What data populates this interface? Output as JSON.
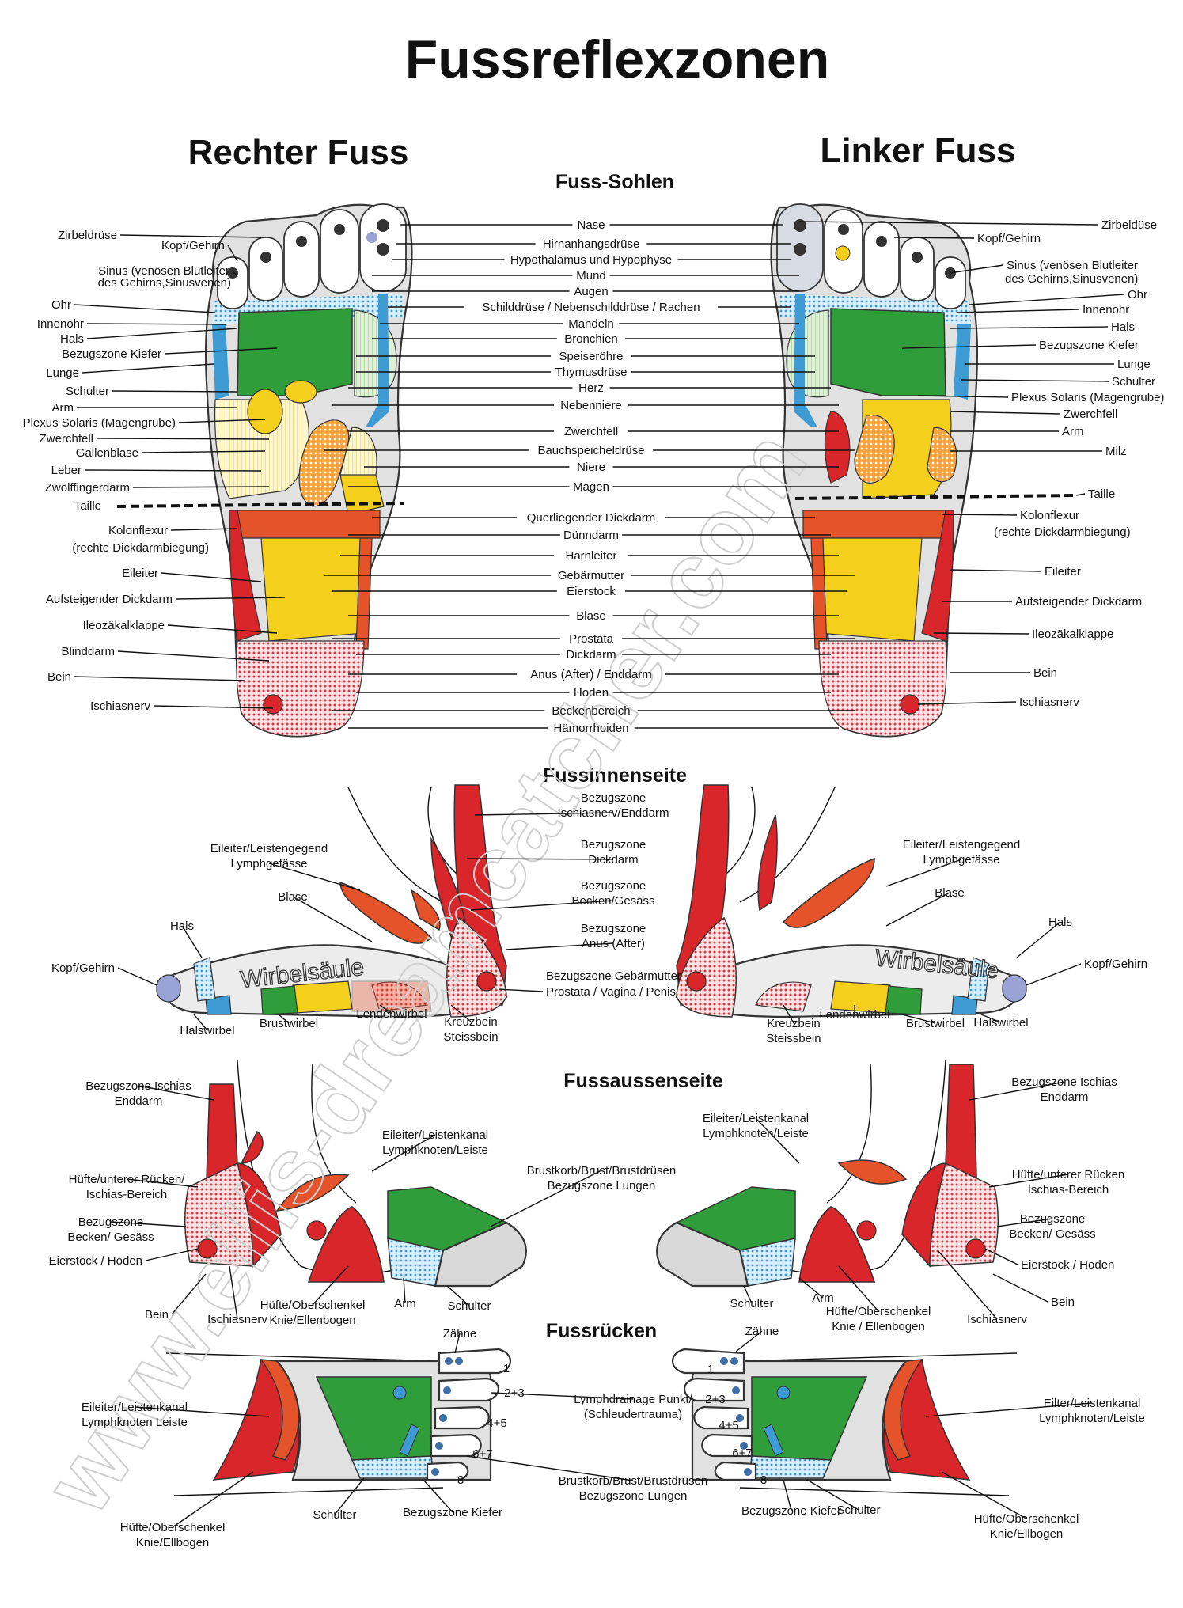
{
  "title": "Fussreflexzonen",
  "headers": {
    "right_foot": "Rechter Fuss",
    "left_foot": "Linker Fuss"
  },
  "sections": {
    "soles": "Fuss-Sohlen",
    "inner": "Fussinnenseite",
    "outer": "Fussaussenseite",
    "back": "Fussrücken"
  },
  "watermark": "www.ellis-dreamcatcher.com",
  "colors": {
    "red": "#d8262b",
    "orange_red": "#e5532a",
    "orange": "#f59a23",
    "yellow": "#f4cf1c",
    "pale_yellow": "#fbf3c0",
    "green": "#2f9e3a",
    "light_green": "#cfe7c5",
    "blue": "#3e9bd4",
    "light_blue": "#bfe0f4",
    "pink": "#f5c6cc",
    "gray": "#e1e1e1",
    "dark_gray": "#8c8c8c"
  },
  "soles": {
    "left_labels": [
      "Zirbeldrüse",
      "Kopf/Gehirn",
      "Sinus (venösen Blutleiter",
      "des Gehirns,Sinusvenen)",
      "Ohr",
      "Innenohr",
      "Hals",
      "Bezugszone Kiefer",
      "Lunge",
      "Schulter",
      "Arm",
      "Plexus Solaris (Magengrube)",
      "Zwerchfell",
      "Gallenblase",
      "Leber",
      "Zwölffingerdarm",
      "Taille",
      "Kolonflexur",
      "(rechte Dickdarmbiegung)",
      "Eileiter",
      "Aufsteigender Dickdarm",
      "Ileozäkalklappe",
      "Blinddarm",
      "Bein",
      "Ischiasnerv"
    ],
    "center_labels": [
      "Nase",
      "Hirnanhangsdrüse",
      "Hypothalamus und Hypophyse",
      "Mund",
      "Augen",
      "Schilddrüse / Nebenschilddrüse / Rachen",
      "Mandeln",
      "Bronchien",
      "Speiseröhre",
      "Thymusdrüse",
      "Herz",
      "Nebenniere",
      "Zwerchfell",
      "Bauchspeicheldrüse",
      "Niere",
      "Magen",
      "Querliegender Dickdarm",
      "Dünndarm",
      "Harnleiter",
      "Gebärmutter",
      "Eierstock",
      "Blase",
      "Prostata",
      "Dickdarm",
      "Anus (After) / Enddarm",
      "Hoden",
      "Beckenbereich",
      "Hämorrhoiden"
    ],
    "right_labels": [
      "Zirbeldüse",
      "Kopf/Gehirn",
      "Sinus (venösen Blutleiter",
      "des Gehirns,Sinusvenen)",
      "Ohr",
      "Innenohr",
      "Hals",
      "Bezugszone Kiefer",
      "Lunge",
      "Schulter",
      "Plexus Solaris (Magengrube)",
      "Zwerchfell",
      "Arm",
      "Milz",
      "Taille",
      "Kolonflexur",
      "(rechte Dickdarmbiegung)",
      "Eileiter",
      "Aufsteigender Dickdarm",
      "Ileozäkalklappe",
      "Bein",
      "Ischiasnerv"
    ]
  },
  "inner": {
    "center": [
      "Bezugszone",
      "Ischiasnerv/Enddarm",
      "Bezugszone",
      "Dickdarm",
      "Bezugszone",
      "Becken/Gesäss",
      "Bezugszone",
      "Anus (After)",
      "Bezugszone Gebärmutter",
      "Prostata / Vagina / Penis"
    ],
    "left": [
      "Eileiter/Leistengegend",
      "Lymphgefässe",
      "Blase",
      "Hals",
      "Kopf/Gehirn",
      "Wirbelsäule",
      "Halswirbel",
      "Brustwirbel",
      "Lendenwirbel",
      "Kreuzbein",
      "Steissbein"
    ],
    "right": [
      "Eileiter/Leistengegend",
      "Lymphgefässe",
      "Blase",
      "Hals",
      "Kopf/Gehirn",
      "Wirbelsäule",
      "Kreuzbein",
      "Steissbein",
      "Lendenwirbel",
      "Brustwirbel",
      "Halswirbel"
    ]
  },
  "outer": {
    "left": [
      "Bezugszone Ischias",
      "Enddarm",
      "Eileiter/Leistenkanal",
      "Lymphknoten/Leiste",
      "Hüfte/unterer Rücken/",
      "Ischias-Bereich",
      "Bezugszone",
      "Becken/ Gesäss",
      "Eierstock / Hoden",
      "Bein",
      "Ischiasnerv",
      "Hüfte/Oberschenkel",
      "Knie/Ellenbogen",
      "Arm",
      "Schulter"
    ],
    "center": [
      "Brustkorb/Brust/Brustdrüsen",
      "Bezugszone Lungen"
    ],
    "right": [
      "Bezugszone Ischias",
      "Enddarm",
      "Eileiter/Leistenkanal",
      "Lymphknoten/Leiste",
      "Hüfte/unterer Rücken",
      "Ischias-Bereich",
      "Bezugszone",
      "Becken/ Gesäss",
      "Eierstock / Hoden",
      "Bein",
      "Ischiasnerv",
      "Hüfte/Oberschenkel",
      "Knie / Ellenbogen",
      "Arm",
      "Schulter"
    ]
  },
  "back": {
    "left": [
      "Zähne",
      "1",
      "2+3",
      "4+5",
      "6+7",
      "8",
      "Eileiter/Leistenkanal",
      "Lymphknoten Leiste",
      "Hüfte/Oberschenkel",
      "Knie/Ellbogen",
      "Schulter",
      "Bezugszone Kiefer"
    ],
    "center": [
      "Lymphdrainage Punkt/",
      "(Schleudertrauma)",
      "Brustkorb/Brust/Brustdrüsen",
      "Bezugszone Lungen"
    ],
    "right": [
      "Zähne",
      "1",
      "2+3",
      "4+5",
      "6+7",
      "8",
      "Eilter/Leistenkanal",
      "Lymphknoten/Leiste",
      "Hüfte/Oberschenkel",
      "Knie/Ellbogen",
      "Bezugszone Kiefer",
      "Schulter"
    ]
  }
}
